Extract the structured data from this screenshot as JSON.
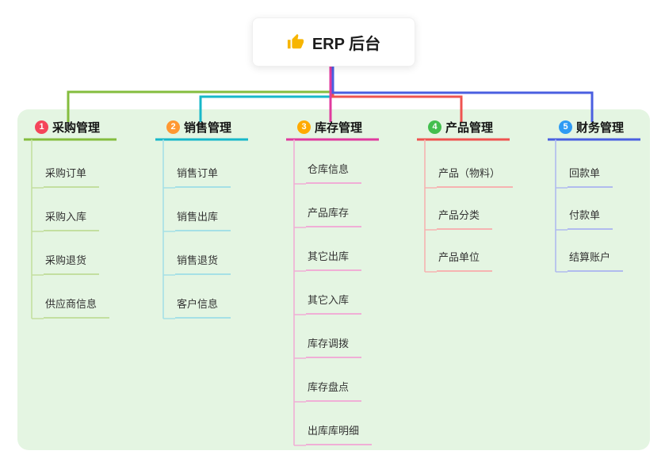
{
  "root": {
    "title": "ERP 后台",
    "icon": "thumbs-up-icon"
  },
  "colors": {
    "panel_bg": "#e4f5e2",
    "root_stem": "#4a5fe0",
    "branch1": "#84bd3e",
    "branch1_light": "#c3dfa0",
    "branch2": "#17b8c9",
    "branch2_light": "#a5e0e6",
    "branch3": "#e03a9e",
    "branch3_light": "#f0aed6",
    "branch4": "#ef5350",
    "branch4_light": "#f6b3b1",
    "branch5": "#4a5fe0",
    "branch5_light": "#b0bbee",
    "badge1": "#f4455a",
    "badge2": "#ff9832",
    "badge3": "#ffaa00",
    "badge4": "#43bf4f",
    "badge5": "#2f9bf4",
    "icon_gold": "#f7b500"
  },
  "branches": [
    {
      "number": "1",
      "title": "采购管理",
      "children": [
        "采购订单",
        "采购入库",
        "采购退货",
        "供应商信息"
      ]
    },
    {
      "number": "2",
      "title": "销售管理",
      "children": [
        "销售订单",
        "销售出库",
        "销售退货",
        "客户信息"
      ]
    },
    {
      "number": "3",
      "title": "库存管理",
      "children": [
        "仓库信息",
        "产品库存",
        "其它出库",
        "其它入库",
        "库存调拨",
        "库存盘点",
        "出库库明细"
      ]
    },
    {
      "number": "4",
      "title": "产品管理",
      "children": [
        "产品（物料）",
        "产品分类",
        "产品单位"
      ]
    },
    {
      "number": "5",
      "title": "财务管理",
      "children": [
        "回款单",
        "付款单",
        "结算账户"
      ]
    }
  ]
}
